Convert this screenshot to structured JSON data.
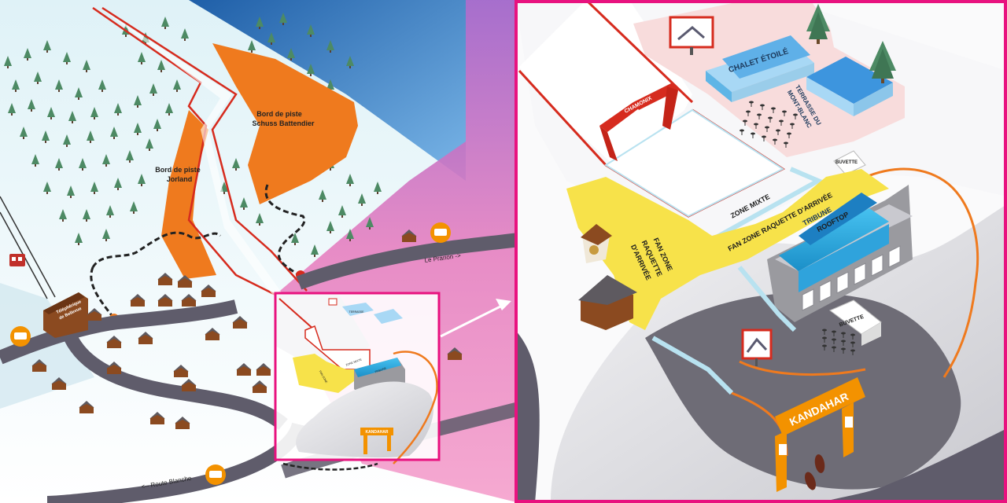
{
  "overview": {
    "labels": {
      "bord_piste_schuss": [
        "Bord de piste",
        "Schuss Battendier"
      ],
      "bord_piste_jorland": [
        "Bord de piste",
        "Jorland"
      ],
      "telepherique": [
        "Téléphérique",
        "de Bellevue"
      ],
      "le_prarion": "Le Prarion ->",
      "route_blanche": "<-- Route Blanche",
      "mini_terrasse": "TERRASSE",
      "mini_zone_mixte": "ZONE MIXTE",
      "mini_fan_zone": "FAN ZONE",
      "mini_tribune": "TRIBUNE",
      "mini_kandahar": "KANDAHAR"
    }
  },
  "detail": {
    "labels": {
      "chamonix": "CHAMONIX",
      "chalet_etoile": "CHALET ÉTOILÉ",
      "terrasse": [
        "TERRASSE DU",
        "MONT-BLANC"
      ],
      "buvette_top": "BUVETTE",
      "buvette_bottom": "BUVETTE",
      "zone_mixte": "ZONE MIXTE",
      "fan_zone_arrivee": "FAN ZONE RAQUETTE D'ARRIVÉE",
      "fan_zone_left": [
        "FAN ZONE",
        "RAQUETTE",
        "D'ARRIVÉE"
      ],
      "tribune": "TRIBUNE",
      "rooftop": "ROOFTOP",
      "kandahar": "KANDAHAR"
    }
  },
  "icons": [
    "cable-car-icon",
    "bus-icon",
    "footprints-icon",
    "billboard-skier-icon",
    "pine-tree-icon",
    "chalet-icon"
  ],
  "colors": {
    "piste_orange": "#ef7a1e",
    "course_red": "#d62b1e",
    "highlight_pink": "#e8127f",
    "fan_zone_yellow": "#f7e24a",
    "tribune_blue": "#3bb0e6",
    "road_grey": "#5f5c6b",
    "tree_green": "#4d8a64"
  }
}
